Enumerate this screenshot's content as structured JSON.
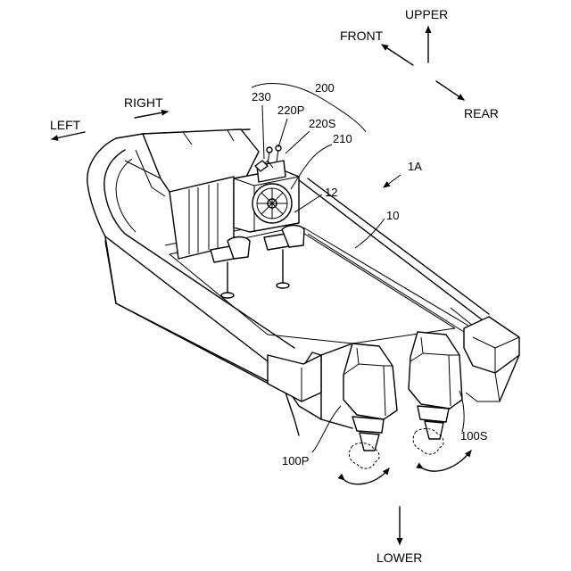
{
  "directions": {
    "upper": "UPPER",
    "lower": "LOWER",
    "front": "FRONT",
    "rear": "REAR",
    "left": "LEFT",
    "right": "RIGHT"
  },
  "references": {
    "boat": "1A",
    "hull": "10",
    "deck": "12",
    "steering_system": "200",
    "steering_wheel": "210",
    "port_lever": "220P",
    "starboard_lever": "220S",
    "control_unit": "230",
    "port_outboard": "100P",
    "starboard_outboard": "100S"
  }
}
